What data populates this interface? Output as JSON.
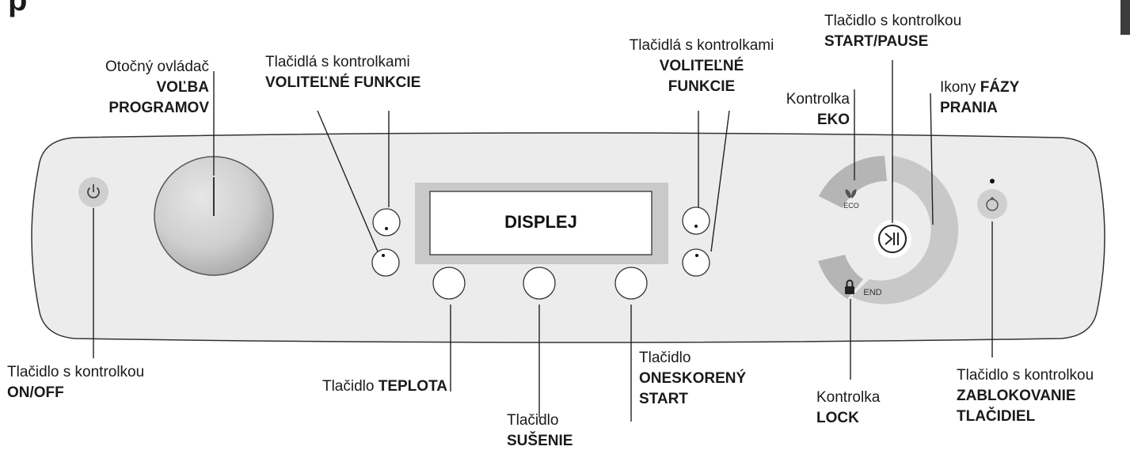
{
  "header_fragment": "p",
  "display": {
    "label": "DISPLEJ"
  },
  "icons": {
    "eco_text": "ECO",
    "end_text": "END"
  },
  "labels": {
    "program_dial": {
      "line1": "Otočný ovládač",
      "line2": "VOĽBA",
      "line3": "PROGRAMOV"
    },
    "options_left": {
      "line1": "Tlačidlá s kontrolkami",
      "line2": "VOLITEĽNÉ FUNKCIE"
    },
    "options_right": {
      "line1": "Tlačidlá s kontrolkami",
      "line2": "VOLITEĽNÉ",
      "line3": "FUNKCIE"
    },
    "start_pause": {
      "line1": "Tlačidlo s kontrolkou",
      "line2": "START/PAUSE"
    },
    "eco_light": {
      "line1": "Kontrolka",
      "line2": "EKO"
    },
    "wash_phases": {
      "prefix": "Ikony ",
      "bold1": "FÁZY",
      "line2": "PRANIA"
    },
    "on_off": {
      "line1": "Tlačidlo s kontrolkou",
      "line2": "ON/OFF"
    },
    "temperature": {
      "prefix": "Tlačidlo ",
      "bold": "TEPLOTA"
    },
    "drying": {
      "line1": "Tlačidlo",
      "line2": "SUŠENIE"
    },
    "delayed_start": {
      "line1": "Tlačidlo",
      "line2": "ONESKORENÝ",
      "line3": "START"
    },
    "lock_light": {
      "line1": "Kontrolka",
      "line2": "LOCK"
    },
    "key_lock": {
      "line1": "Tlačidlo s kontrolkou",
      "line2": "ZABLOKOVANIE",
      "line3": "TLAČIDIEL"
    }
  },
  "colors": {
    "panel_fill": "#ececec",
    "button_fill": "#ffffff",
    "display_frame": "#c9c9c9",
    "ring_light": "#c8c8c8",
    "ring_dark": "#b5b5b5",
    "line": "#222222"
  }
}
